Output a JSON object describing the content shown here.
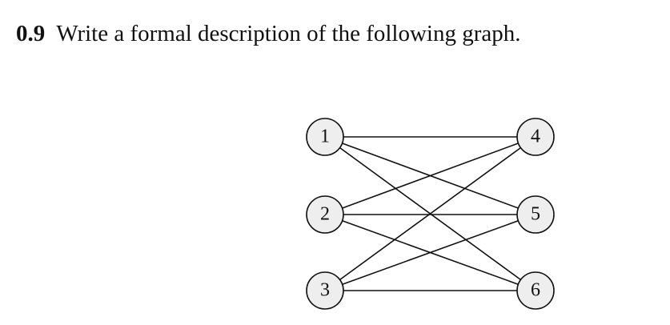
{
  "problem": {
    "number": "0.9",
    "text": "Write a formal description of the following graph."
  },
  "graph": {
    "vertices": [
      {
        "id": "1",
        "label": "1",
        "side": "left"
      },
      {
        "id": "2",
        "label": "2",
        "side": "left"
      },
      {
        "id": "3",
        "label": "3",
        "side": "left"
      },
      {
        "id": "4",
        "label": "4",
        "side": "right"
      },
      {
        "id": "5",
        "label": "5",
        "side": "right"
      },
      {
        "id": "6",
        "label": "6",
        "side": "right"
      }
    ],
    "edges": [
      [
        "1",
        "4"
      ],
      [
        "1",
        "5"
      ],
      [
        "1",
        "6"
      ],
      [
        "2",
        "4"
      ],
      [
        "2",
        "5"
      ],
      [
        "2",
        "6"
      ],
      [
        "3",
        "4"
      ],
      [
        "3",
        "5"
      ],
      [
        "3",
        "6"
      ]
    ],
    "vertex_fill": "#eeeeee",
    "line_color": "#111111"
  }
}
